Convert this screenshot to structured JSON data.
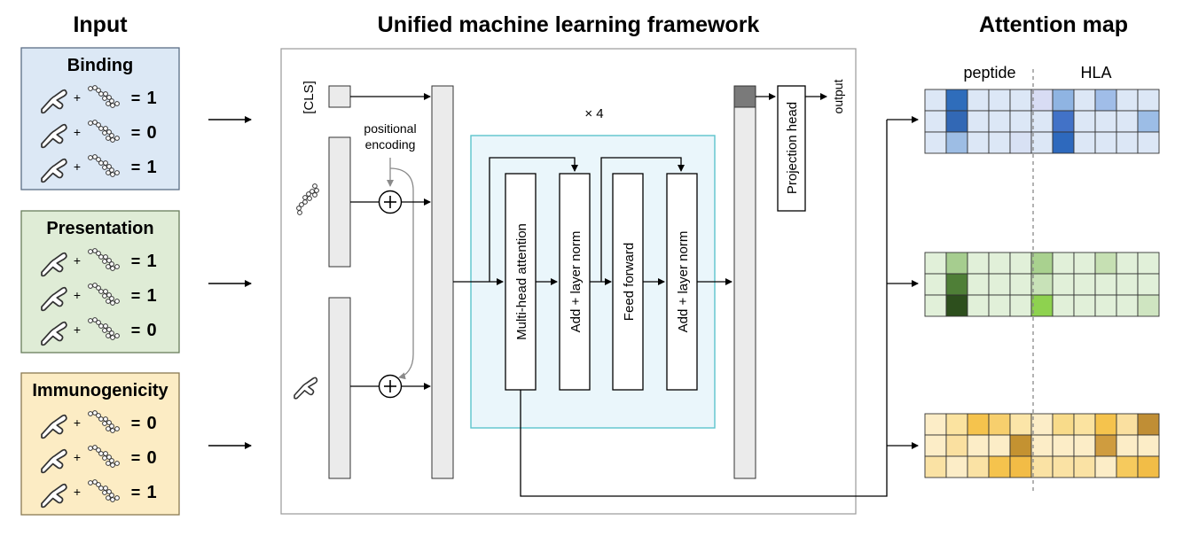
{
  "headings": {
    "input": "Input",
    "framework": "Unified machine learning framework",
    "attention": "Attention map"
  },
  "input_boxes": [
    {
      "title": "Binding",
      "labels": [
        "1",
        "0",
        "1"
      ],
      "fill": "#dce8f5",
      "stroke": "#5b6e85"
    },
    {
      "title": "Presentation",
      "labels": [
        "1",
        "1",
        "0"
      ],
      "fill": "#dfecd6",
      "stroke": "#687d5c"
    },
    {
      "title": "Immunogenicity",
      "labels": [
        "0",
        "0",
        "1"
      ],
      "fill": "#fcecc4",
      "stroke": "#8a7a52"
    }
  ],
  "equation": {
    "plus": "+",
    "equals": "="
  },
  "framework": {
    "cls_label": "[CLS]",
    "positional_label_1": "positional",
    "positional_label_2": "encoding",
    "repeat_label": "× 4",
    "blocks": [
      "Multi-head attention",
      "Add + layer norm",
      "Feed forward",
      "Add + layer norm"
    ],
    "projection_head": "Projection head",
    "output_label": "output"
  },
  "attention_map": {
    "peptide_label": "peptide",
    "hla_label": "HLA",
    "maps": [
      {
        "name": "binding",
        "colors": [
          [
            "#dce7f6",
            "#2f6dbb",
            "#dce7f6",
            "#dce7f6",
            "#dce7f6",
            "#d8dcf4",
            "#8fb4e2",
            "#dce7f6",
            "#a0bde8",
            "#dce7f6",
            "#dce7f6"
          ],
          [
            "#dce7f6",
            "#3268b5",
            "#dce7f6",
            "#dce7f6",
            "#dce7f6",
            "#dce7f6",
            "#4272c7",
            "#dce7f6",
            "#dce7f6",
            "#dce7f6",
            "#9cbde6"
          ],
          [
            "#dce7f6",
            "#9dbde4",
            "#dce7f6",
            "#dce7f6",
            "#d8e1f4",
            "#dce7f6",
            "#2e69bd",
            "#dce7f6",
            "#dce7f6",
            "#dce7f6",
            "#dce7f6"
          ]
        ]
      },
      {
        "name": "presentation",
        "colors": [
          [
            "#e1f0d9",
            "#a6cd8f",
            "#e1f0d9",
            "#e1f0d9",
            "#e1f0d9",
            "#a9d18f",
            "#e1f0d9",
            "#e1f0d9",
            "#c6e0b3",
            "#e1f0d9",
            "#e1f0d9"
          ],
          [
            "#e1f0d9",
            "#4f7f37",
            "#e1f0d9",
            "#e1f0d9",
            "#e1f0d9",
            "#c8e2b8",
            "#e1f0d9",
            "#e1f0d9",
            "#e1f0d9",
            "#e1f0d9",
            "#e1f0d9"
          ],
          [
            "#e1f0d9",
            "#2d4f1d",
            "#e1f0d9",
            "#e1f0d9",
            "#e1f0d9",
            "#8ed24f",
            "#e1f0d9",
            "#e1f0d9",
            "#e1f0d9",
            "#e1f0d9",
            "#cfe5c1"
          ]
        ]
      },
      {
        "name": "immunogenicity",
        "colors": [
          [
            "#fcedc7",
            "#fbe3a0",
            "#f5c34d",
            "#f7cf6d",
            "#fbe5a8",
            "#fcedc7",
            "#f8db8a",
            "#fbe3a0",
            "#f5c34d",
            "#fae0a0",
            "#c08e35"
          ],
          [
            "#fcedc7",
            "#fae0a0",
            "#fcedc7",
            "#fcedc7",
            "#c49231",
            "#fcedc7",
            "#fcedc7",
            "#fcedc7",
            "#cf9c3f",
            "#fcedc7",
            "#fcedc7"
          ],
          [
            "#fae2a4",
            "#fcedc7",
            "#fae2a4",
            "#f5c34d",
            "#f2bc46",
            "#fae2a4",
            "#fae2a4",
            "#fae2a4",
            "#fcedc7",
            "#f6ca5d",
            "#f2bd47"
          ]
        ]
      }
    ]
  }
}
